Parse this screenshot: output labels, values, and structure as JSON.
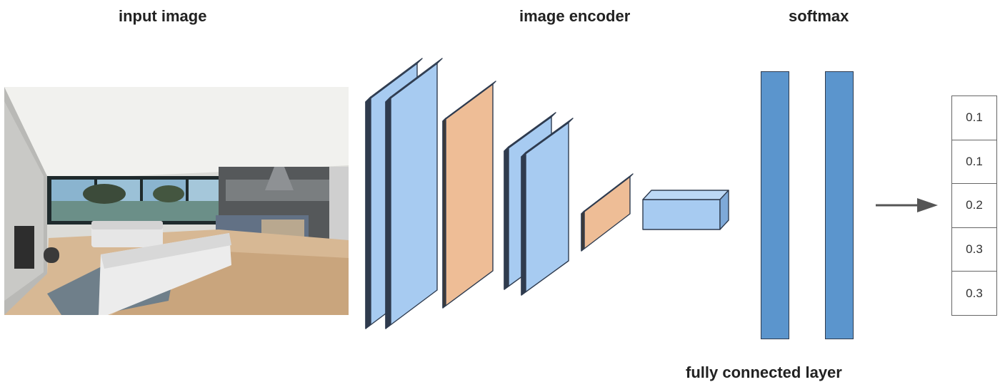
{
  "headings": {
    "input_image": "input image",
    "image_encoder": "image encoder",
    "softmax": "softmax",
    "fully_connected_layer": "fully connected layer"
  },
  "softmax_values": [
    "0.1",
    "0.1",
    "0.2",
    "0.3",
    "0.3"
  ],
  "colors": {
    "conv_layer": "#a7cbf1",
    "pool_layer": "#eebd96",
    "fc_layer": "#5b95cd",
    "outline": "#2e3b4f",
    "arrow": "#555555"
  }
}
